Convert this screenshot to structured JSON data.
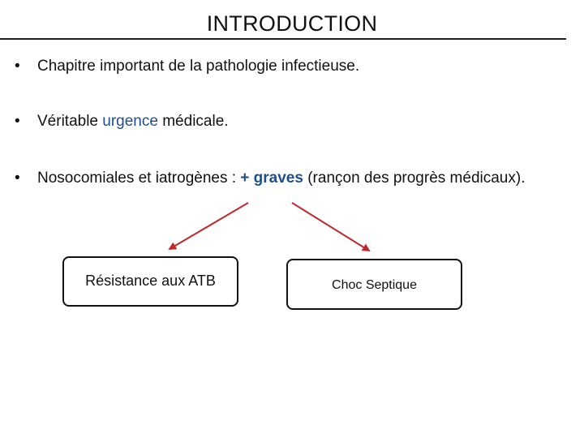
{
  "slide": {
    "title": "INTRODUCTION",
    "bullet_char": "•",
    "bullets": [
      {
        "text": "Chapitre important de la pathologie infectieuse."
      },
      {
        "before": "Véritable ",
        "highlight": "urgence",
        "after": " médicale."
      },
      {
        "before": "Nosocomiales et iatrogènes : ",
        "highlight": "+ graves",
        "after": " (rançon des progrès médicaux)."
      }
    ],
    "boxes": [
      {
        "label": "Résistance aux ATB"
      },
      {
        "label": "Choc Septique"
      }
    ]
  },
  "colors": {
    "accent": "#1f4e8c",
    "arrow": "#c0282e",
    "text": "#111111"
  }
}
